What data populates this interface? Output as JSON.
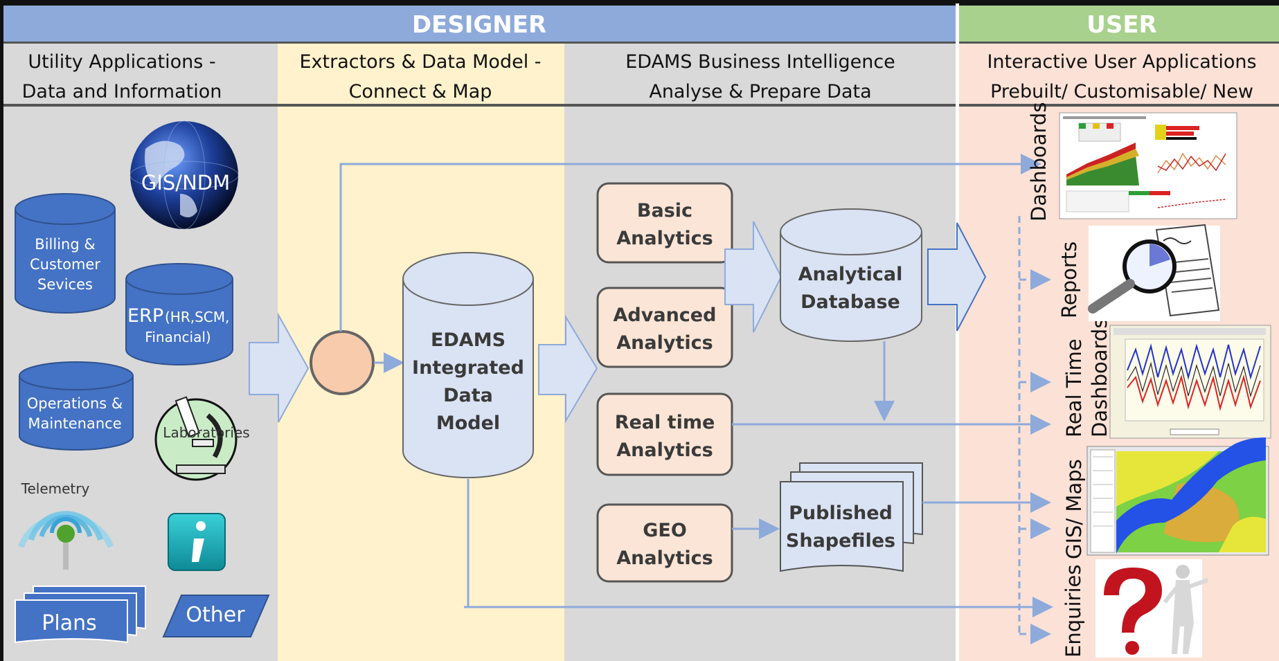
{
  "header": {
    "designer": "DESIGNER",
    "user": "USER"
  },
  "columns": [
    {
      "line1": "Utility Applications -",
      "line2": "Data and Information"
    },
    {
      "line1": "Extractors & Data Model -",
      "line2": "Connect & Map"
    },
    {
      "line1": "EDAMS Business Intelligence",
      "line2": "Analyse & Prepare Data"
    },
    {
      "line1": "Interactive User Applications",
      "line2": "Prebuilt/ Customisable/ New"
    }
  ],
  "sources": {
    "gis": "GIS/NDM",
    "billing": [
      "Billing &",
      "Customer",
      "Sevices"
    ],
    "erp_main": "ERP",
    "erp_sub1": "(HR,SCM,",
    "erp_sub2": "Financial)",
    "ops": [
      "Operations &",
      "Maintenance"
    ],
    "labs": "Laboratories",
    "telemetry": "Telemetry",
    "plans": "Plans",
    "other": "Other",
    "info_icon": "info-icon"
  },
  "model": {
    "lines": [
      "EDAMS",
      "Integrated",
      "Data",
      "Model"
    ]
  },
  "analytics": [
    {
      "line1": "Basic",
      "line2": "Analytics"
    },
    {
      "line1": "Advanced",
      "line2": "Analytics"
    },
    {
      "line1": "Real time",
      "line2": "Analytics"
    },
    {
      "line1": "GEO",
      "line2": "Analytics"
    }
  ],
  "analytical_db": [
    "Analytical",
    "Database"
  ],
  "shapefiles": [
    "Published",
    "Shapefiles"
  ],
  "outputs": {
    "dashboards": "Dashboards",
    "reports": "Reports",
    "realtime1": "Real Time",
    "realtime2": "Dashboards",
    "gis_maps": "GIS/ Maps",
    "enquiries": "Enquiries"
  },
  "colors": {
    "designer_header": "#8eaadb",
    "user_header": "#a9d18e",
    "grey_column": "#d9d9d9",
    "yellow_column": "#fff2cc",
    "user_column": "#fbe1d6",
    "source_blue": "#4472c4",
    "light_blue": "#dae3f3",
    "arrow_line": "#8eaadb",
    "peach_box": "#fbe5d6",
    "connector_circle": "#f8cbad"
  }
}
